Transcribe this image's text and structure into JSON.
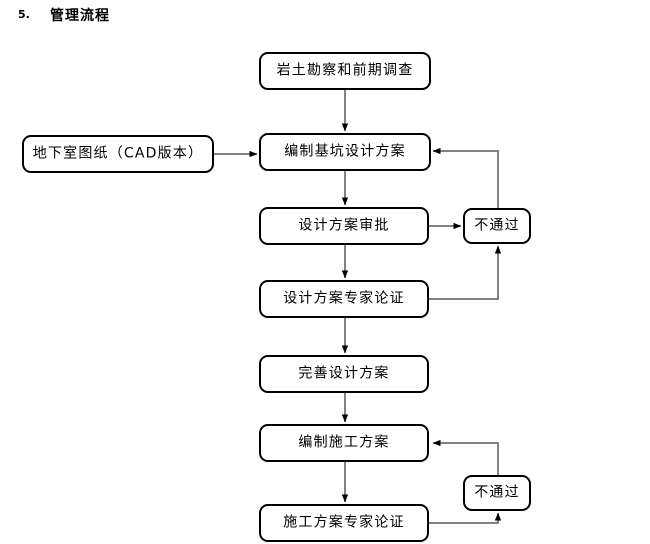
{
  "heading": {
    "number": "5.",
    "title": "管理流程"
  },
  "colors": {
    "node_border": "#000000",
    "node_fill": "#ffffff",
    "connector": "#595959",
    "text": "#000000",
    "page_background": "#ffffff"
  },
  "flowchart": {
    "type": "process-flow-diagram",
    "nodes": [
      {
        "id": "geo",
        "label": "岩土勘察和前期调查",
        "shape": "rounded-rectangle"
      },
      {
        "id": "cad",
        "label": "地下室图纸（CAD版本）",
        "shape": "rounded-rectangle"
      },
      {
        "id": "pit",
        "label": "编制基坑设计方案",
        "shape": "rounded-rectangle"
      },
      {
        "id": "approval",
        "label": "设计方案审批",
        "shape": "rounded-rectangle"
      },
      {
        "id": "fail1",
        "label": "不通过",
        "shape": "rounded-rectangle"
      },
      {
        "id": "expert1",
        "label": "设计方案专家论证",
        "shape": "rounded-rectangle"
      },
      {
        "id": "refine",
        "label": "完善设计方案",
        "shape": "rounded-rectangle"
      },
      {
        "id": "construct",
        "label": "编制施工方案",
        "shape": "rounded-rectangle"
      },
      {
        "id": "fail2",
        "label": "不通过",
        "shape": "rounded-rectangle"
      },
      {
        "id": "expert2",
        "label": "施工方案专家论证",
        "shape": "rounded-rectangle"
      }
    ],
    "edges": [
      {
        "from": "geo",
        "to": "pit",
        "style": "vertical-arrow"
      },
      {
        "from": "cad",
        "to": "pit",
        "style": "horizontal-arrow"
      },
      {
        "from": "pit",
        "to": "approval",
        "style": "vertical-arrow"
      },
      {
        "from": "approval",
        "to": "fail1",
        "style": "horizontal-arrow"
      },
      {
        "from": "approval",
        "to": "expert1",
        "style": "vertical-arrow"
      },
      {
        "from": "expert1",
        "to": "fail1",
        "style": "elbow-up-arrow"
      },
      {
        "from": "fail1",
        "to": "pit",
        "style": "elbow-up-left-arrow"
      },
      {
        "from": "expert1",
        "to": "refine",
        "style": "vertical-arrow"
      },
      {
        "from": "refine",
        "to": "construct",
        "style": "vertical-arrow"
      },
      {
        "from": "construct",
        "to": "expert2",
        "style": "vertical-arrow"
      },
      {
        "from": "expert2",
        "to": "fail2",
        "style": "elbow-up-arrow"
      },
      {
        "from": "fail2",
        "to": "construct",
        "style": "elbow-up-left-arrow"
      }
    ]
  }
}
